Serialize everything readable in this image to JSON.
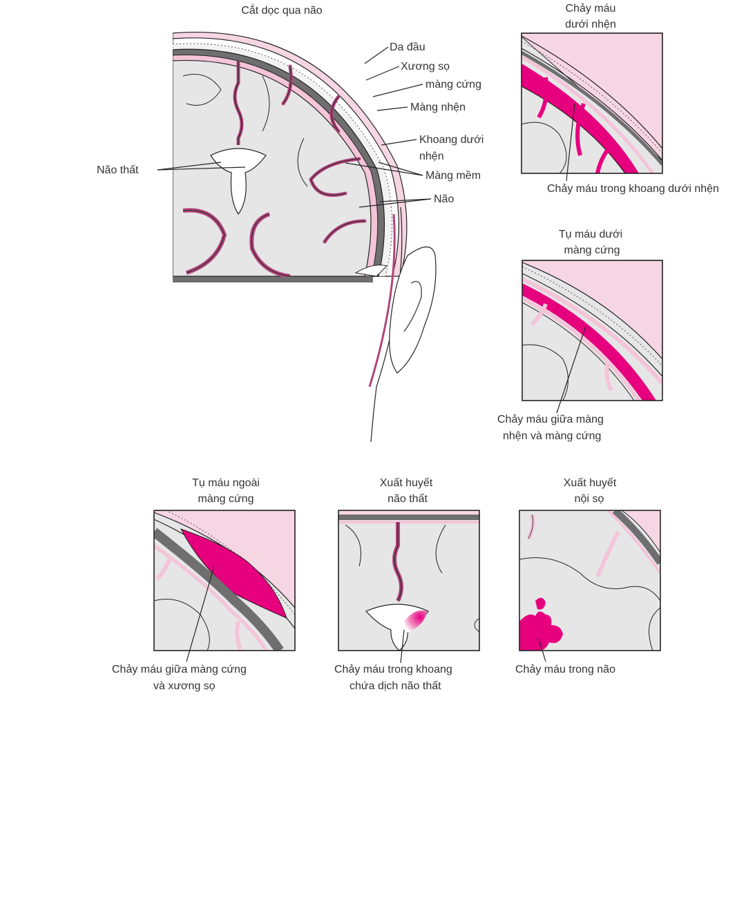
{
  "colors": {
    "blood": "#e6007e",
    "membrane": "#f4c4d8",
    "membrane_dark": "#b0457a",
    "brain": "#e6e6e6",
    "outline": "#222222",
    "dura": "#8a8a8a"
  },
  "main": {
    "title": "Cắt dọc qua não",
    "labels": {
      "scalp": "Da đầu",
      "skull": "Xương sọ",
      "dura": "màng cứng",
      "arachnoid": "Màng nhện",
      "subarachnoid_1": "Khoang dưới",
      "subarachnoid_2": "nhện",
      "pia": "Màng mềm",
      "brain": "Não",
      "ventricles": "Não thất"
    }
  },
  "panels": {
    "subarachnoid": {
      "title_1": "Chảy máu",
      "title_2": "dưới nhện",
      "caption_1": "Chảy máu trong khoang dưới nhện"
    },
    "subdural": {
      "title_1": "Tụ máu dưới",
      "title_2": "màng cứng",
      "caption_1": "Chảy máu giữa màng",
      "caption_2": "nhện và màng cứng"
    },
    "epidural": {
      "title_1": "Tụ máu ngoài",
      "title_2": "màng cứng",
      "caption_1": "Chảy máu giữa màng cứng",
      "caption_2": "và xương sọ"
    },
    "intraventricular": {
      "title_1": "Xuất huyết",
      "title_2": "não thất",
      "caption_1": "Chảy máu trong khoang",
      "caption_2": "chứa dịch não thất"
    },
    "intracerebral": {
      "title_1": "Xuất huyết",
      "title_2": "nội sọ",
      "caption_1": "Chảy máu trong não"
    }
  }
}
